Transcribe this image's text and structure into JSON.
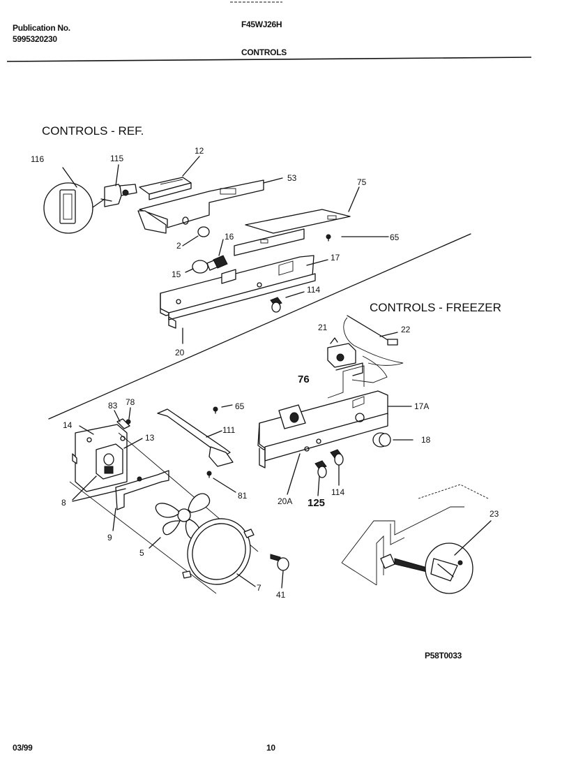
{
  "header": {
    "publication_label": "Publication No.",
    "publication_number": "5995320230",
    "model": "F45WJ26H",
    "section_title": "CONTROLS"
  },
  "sections": {
    "ref_title": "CONTROLS - REF.",
    "freezer_title": "CONTROLS - FREEZER"
  },
  "callouts": {
    "c116": "116",
    "c115": "115",
    "c12": "12",
    "c53": "53",
    "c75": "75",
    "c65a": "65",
    "c16": "16",
    "c2": "2",
    "c15": "15",
    "c17": "17",
    "c114a": "114",
    "c20": "20",
    "c21": "21",
    "c22": "22",
    "c76": "76",
    "c17A": "17A",
    "c18": "18",
    "c65b": "65",
    "c83": "83",
    "c78": "78",
    "c14": "14",
    "c13": "13",
    "c111": "111",
    "c81": "81",
    "c8": "8",
    "c9": "9",
    "c5": "5",
    "c20A": "20A",
    "c125": "125",
    "c114b": "114",
    "c23": "23",
    "c7": "7",
    "c41": "41"
  },
  "footer": {
    "diagram_code": "P58T0033",
    "date": "03/99",
    "page_number": "10"
  }
}
